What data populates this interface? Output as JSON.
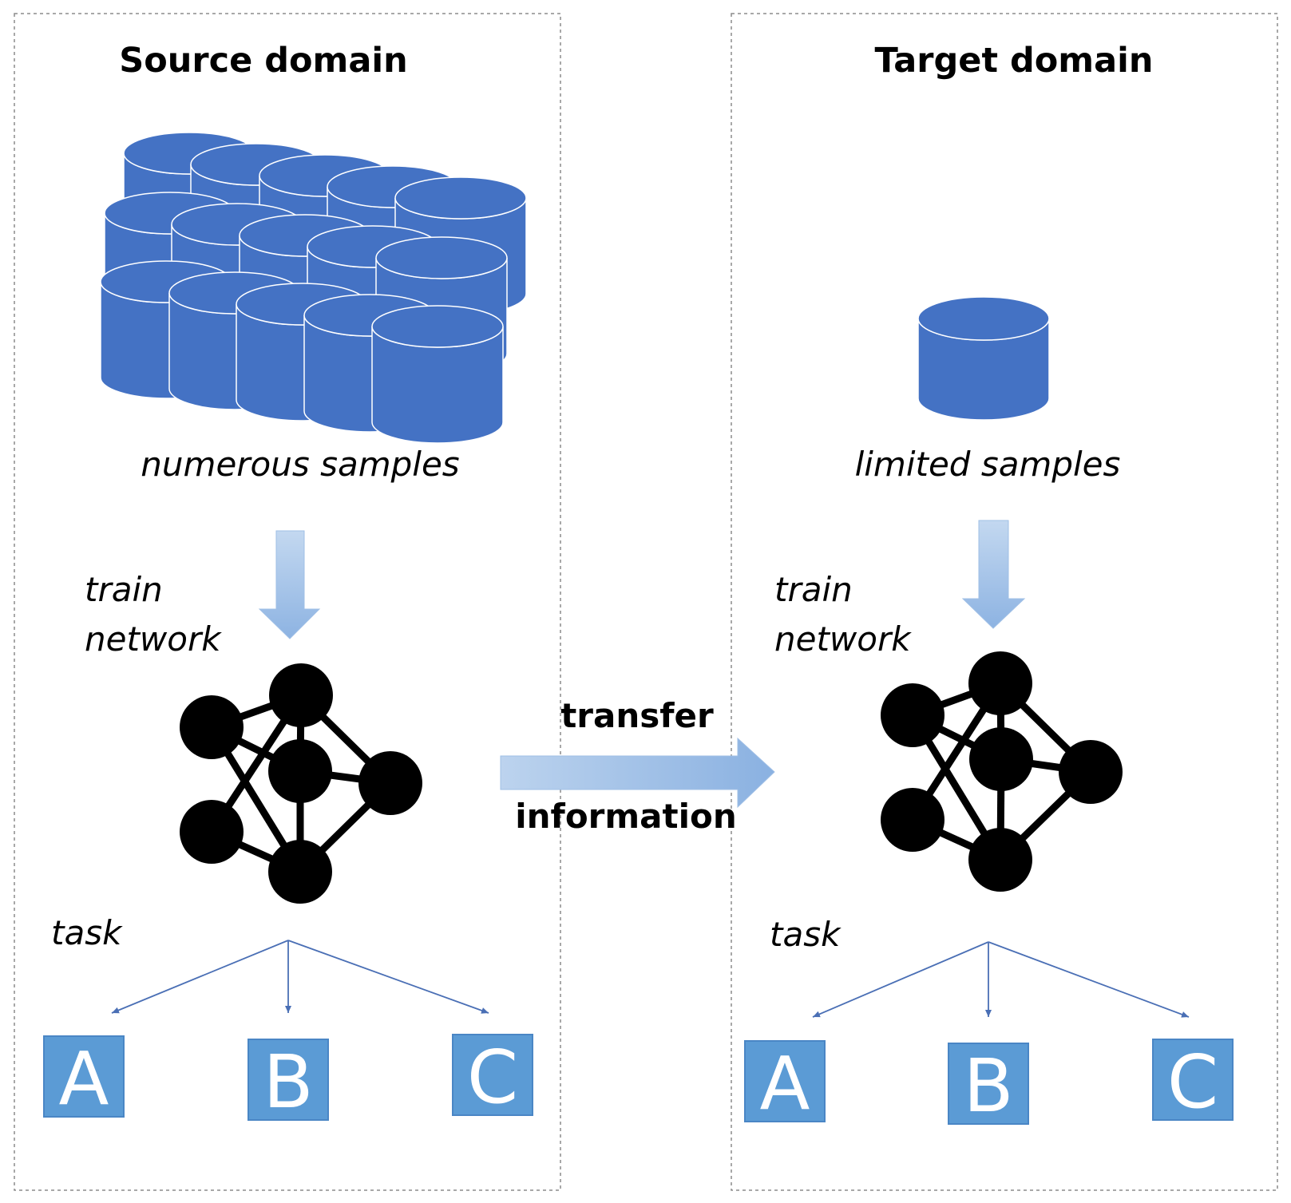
{
  "source": {
    "title": "Source domain",
    "samples_label": "numerous samples",
    "train_line1": "train",
    "train_line2": "network",
    "task_label": "task",
    "task_outputs": [
      "A",
      "B",
      "C"
    ]
  },
  "target": {
    "title": "Target domain",
    "samples_label": "limited samples",
    "train_line1": "train",
    "train_line2": "network",
    "task_label": "task",
    "task_outputs": [
      "A",
      "B",
      "C"
    ]
  },
  "transfer": {
    "line1": "transfer",
    "line2": "information"
  },
  "colors": {
    "database_blue": "#4472c4",
    "arrow_light": "#b9d2ee",
    "arrow_mid": "#8fb4e3",
    "task_box_blue": "#5b9bd5",
    "tree_line": "#4a6fb5",
    "node_black": "#000000",
    "panel_border": "#8c8c8c"
  },
  "icons": {
    "database": "database-icon",
    "network": "neural-network-icon",
    "arrow": "down-arrow-icon",
    "transfer": "right-arrow-icon"
  }
}
